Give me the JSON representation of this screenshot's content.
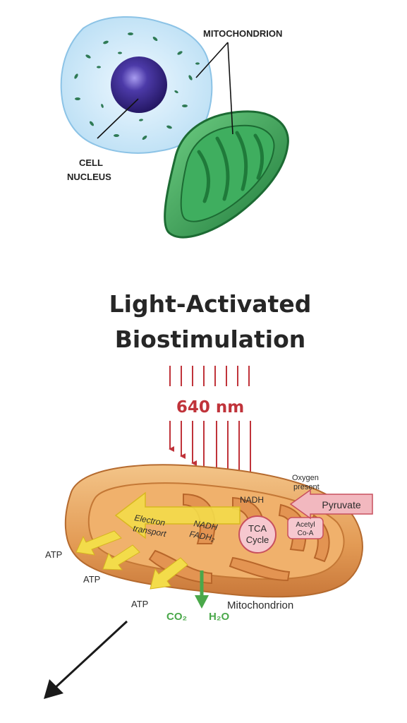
{
  "diagram": {
    "labels": {
      "mitochondrion_top": "MITOCHONDRION",
      "cell_line1": "CELL",
      "cell_line2": "NUCLEUS",
      "title_line1": "Light-Activated",
      "title_line2": "Biostimulation",
      "wavelength": "640 nm",
      "nadh": "NADH",
      "oxygen_line1": "Oxygen",
      "oxygen_line2": "present",
      "pyruvate": "Pyruvate",
      "electron_line1": "Electron",
      "electron_line2": "transport",
      "nadh_fadh_line1": "NADH",
      "nadh_fadh_line2": "FADH₂",
      "tca_line1": "TCA",
      "tca_line2": "Cycle",
      "acetyl_line1": "Acetyl",
      "acetyl_line2": "Co-A",
      "atp_1": "ATP",
      "atp_2": "ATP",
      "atp_3": "ATP",
      "mitochondrion_bottom": "Mitochondrion",
      "co2": "CO₂",
      "h2o": "H₂O"
    },
    "colors": {
      "cell_fill": "#cfe8f6",
      "nucleus": "#3a2a86",
      "mito_green": "#2f9a4e",
      "light_red": "#c0333a",
      "mito_orange": "#e9a35a",
      "arrow_yellow": "#f3dc4a",
      "product_green": "#4aa84a",
      "pyruvate_pink": "#f2b8bf"
    }
  }
}
